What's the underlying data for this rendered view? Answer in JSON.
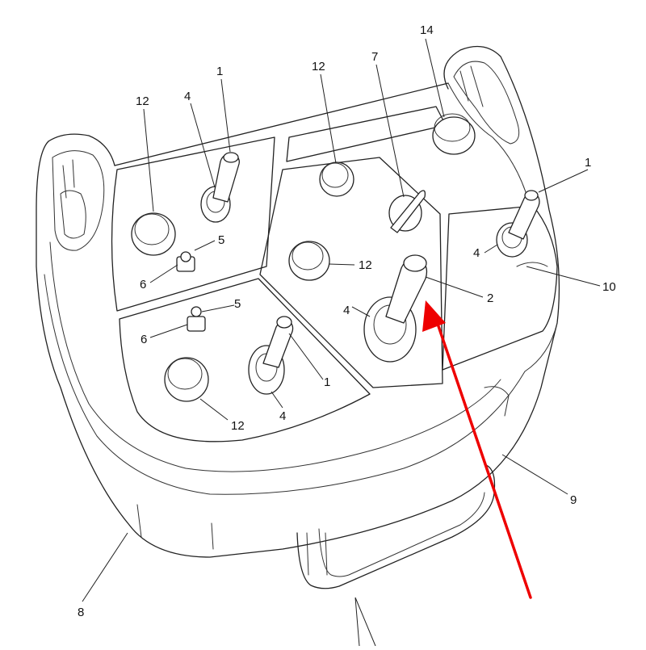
{
  "diagram": {
    "labels": {
      "l1_top_left": "1",
      "l1_right": "1",
      "l1_bottom": "1",
      "l2": "2",
      "l4_top_left": "4",
      "l4_right": "4",
      "l4_center": "4",
      "l4_bottom": "4",
      "l5_upper": "5",
      "l5_lower": "5",
      "l6_upper": "6",
      "l6_lower": "6",
      "l7": "7",
      "l8": "8",
      "l9": "9",
      "l10": "10",
      "l12_top_left": "12",
      "l12_top_center": "12",
      "l12_center": "12",
      "l12_bottom": "12",
      "l14": "14"
    },
    "pointer_arrow": {
      "color": "#ee0000"
    }
  }
}
